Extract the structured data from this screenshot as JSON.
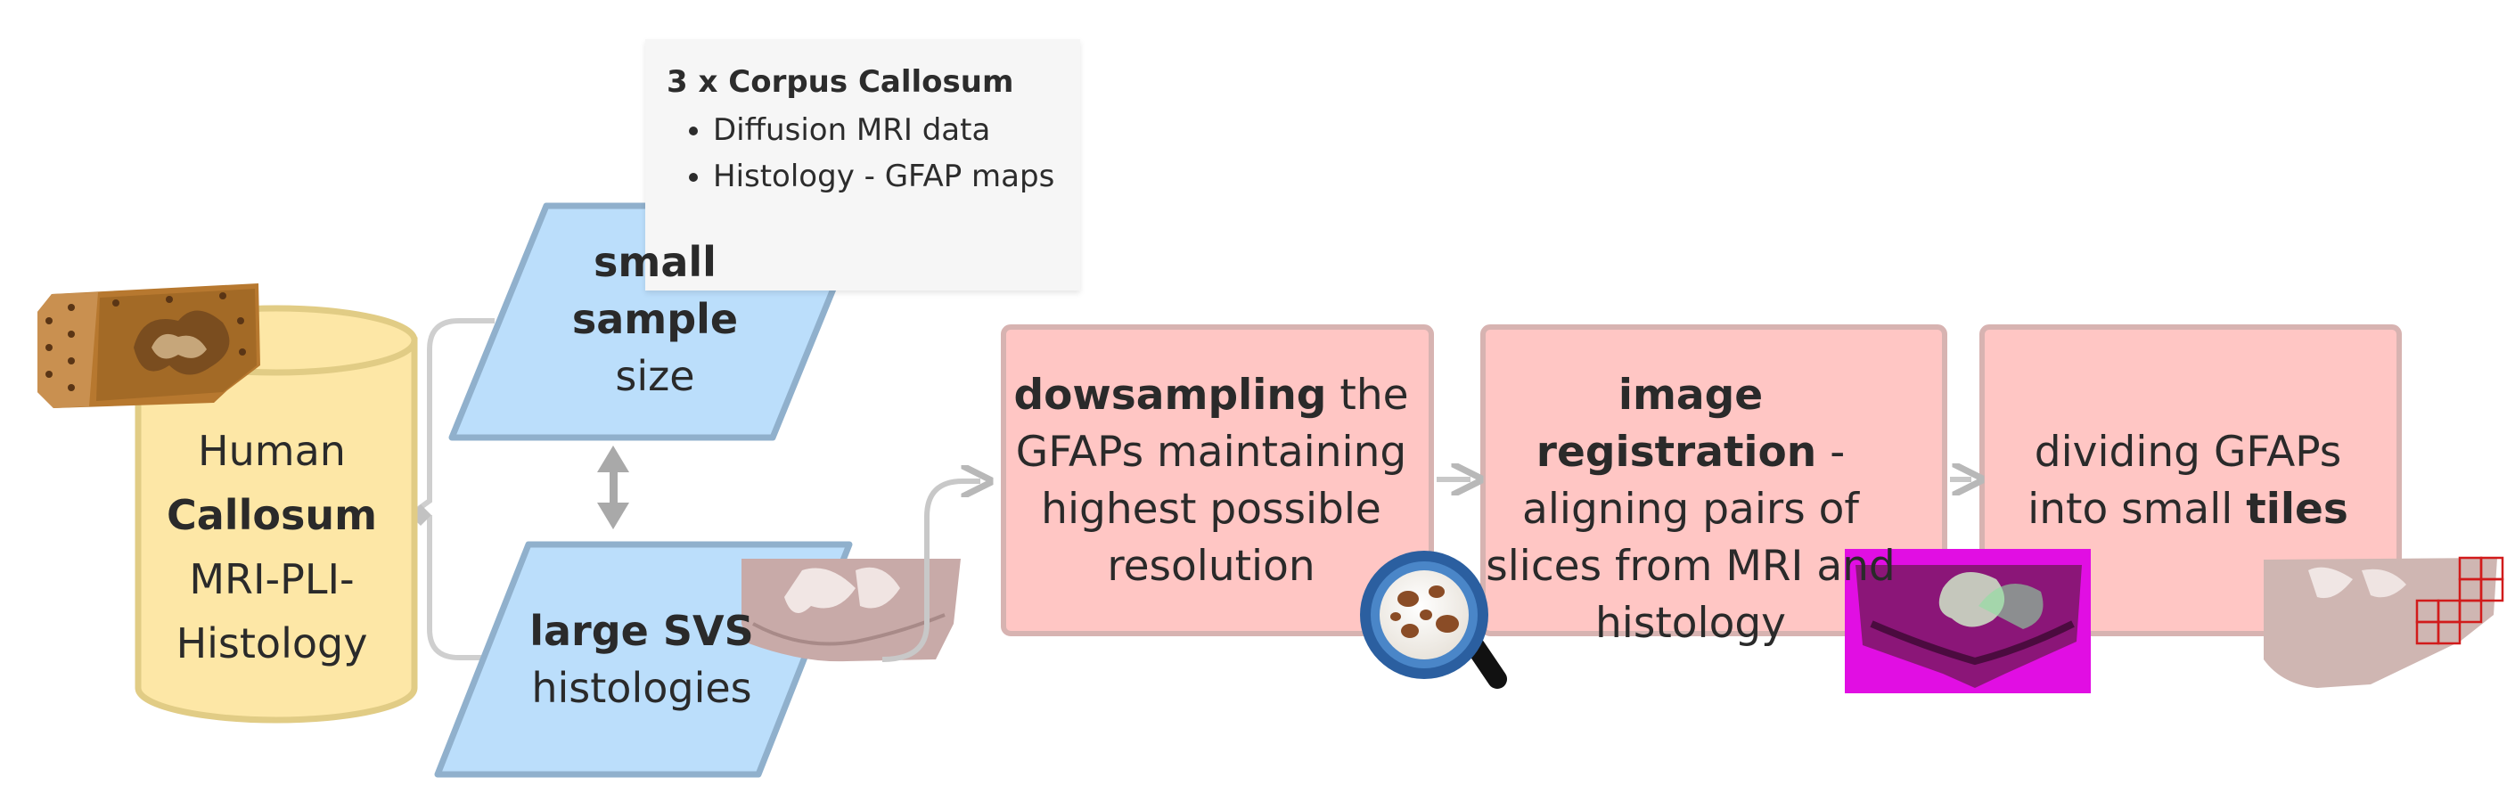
{
  "note": {
    "title": "3 x Corpus Callosum",
    "items": [
      "Diffusion MRI data",
      "Histology - GFAP maps"
    ]
  },
  "database": {
    "line1": "Human",
    "line2": "Callosum",
    "line3": "MRI-PLI-",
    "line4": "Histology"
  },
  "small_sample": {
    "bold1": "small",
    "bold2": "sample",
    "rest": "size"
  },
  "large_svs": {
    "bold": "large SVS",
    "rest": "histologies"
  },
  "steps": [
    {
      "bold": "dowsampling",
      "line1_rest": " the",
      "line2": "GFAPs maintaining",
      "line3": "highest possible",
      "line4": "resolution"
    },
    {
      "bold": "image registration",
      "line1_rest": " -",
      "line2": "aligning pairs of",
      "line3": "slices from MRI and",
      "line4": "histology"
    },
    {
      "line1": "dividing GFAPs",
      "line2_rest": "into small ",
      "bold": "tiles"
    }
  ],
  "colors": {
    "cylinder_fill": "#fde7a6",
    "cylinder_stroke": "#e1cc85",
    "parallelogram_fill": "#bbdefb",
    "parallelogram_stroke": "#90b0cc",
    "process_fill": "#ffc6c4",
    "process_stroke": "#d7b3b1",
    "connector": "#c8c8c8",
    "overlay_magenta": "#e10ee3"
  },
  "icons": [
    "brain-slab-image",
    "histology-thumbnail",
    "magnifier-icon",
    "registration-overlay-image",
    "tile-grid-icon"
  ]
}
